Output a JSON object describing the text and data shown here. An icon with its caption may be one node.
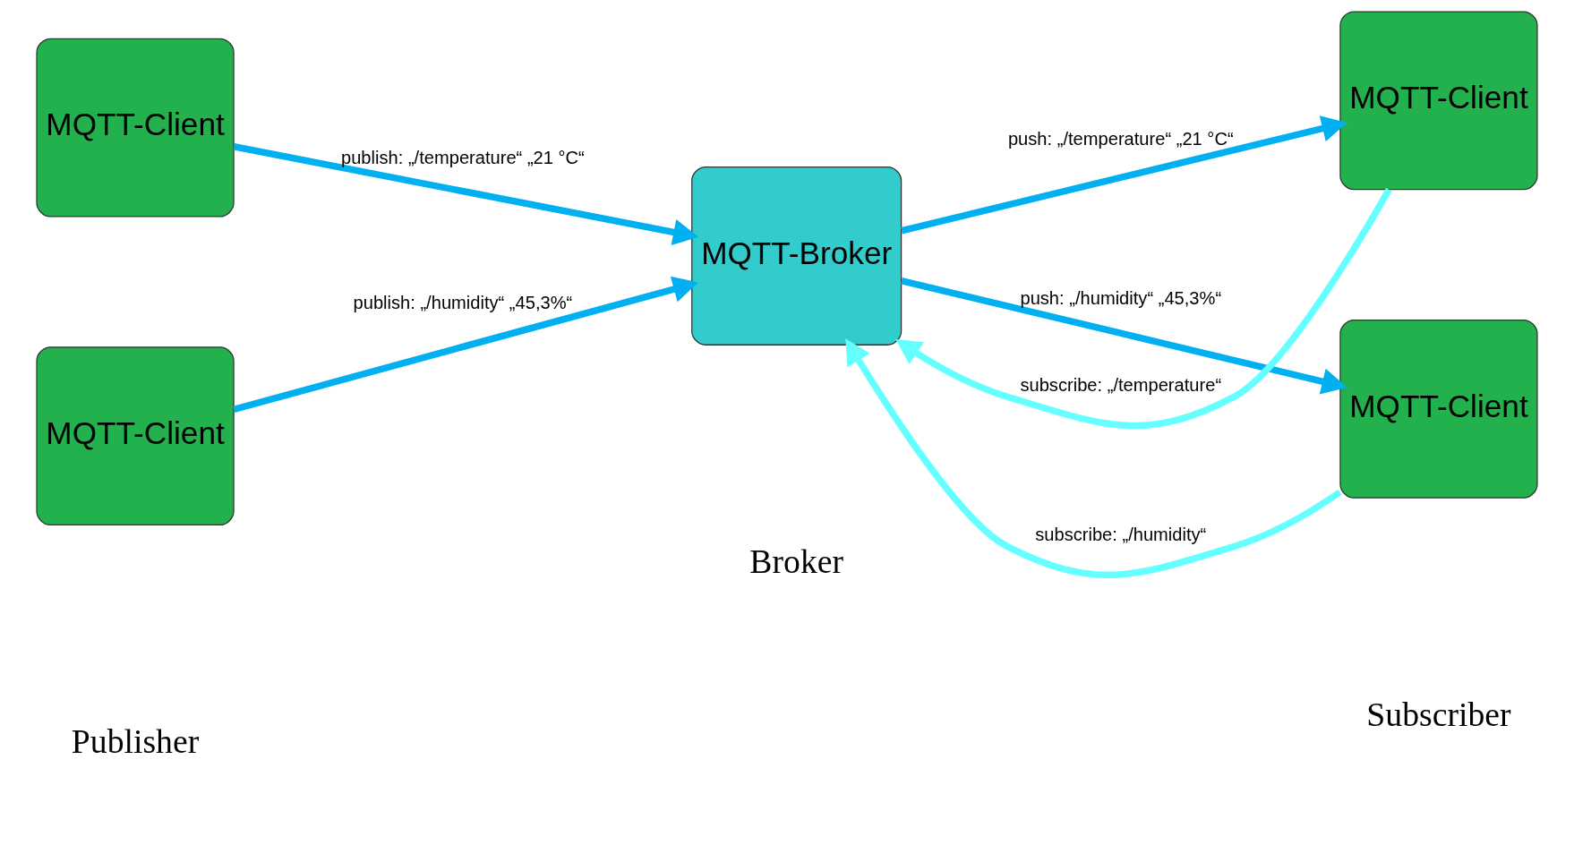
{
  "diagram": {
    "nodes": [
      {
        "text": [
          "MQTT-Client"
        ]
      },
      {
        "text": [
          "MQTT-Client"
        ]
      },
      {
        "text": [
          "MQTT-Broker"
        ]
      },
      {
        "text": [
          "MQTT-Client"
        ]
      },
      {
        "text": [
          "MQTT-Client"
        ]
      }
    ],
    "edges": [
      {
        "from": 0,
        "to": 2,
        "arrow": "to",
        "label": "publish: „/temperature“ „21 °C“"
      },
      {
        "from": 1,
        "to": 2,
        "arrow": "to",
        "label": "publish: „/humidity“ „45,3%“"
      },
      {
        "from": 3,
        "to": 2,
        "arrow": "to",
        "label": "subscribe: „/temperature“",
        "color": "#66ffff"
      },
      {
        "from": 2,
        "to": 3,
        "arrow": "to",
        "label": "push: „/temperature“ „21 °C“"
      },
      {
        "from": 4,
        "to": 2,
        "arrow": "to",
        "label": "subscribe: „/humidity“",
        "color": "#66ffff"
      },
      {
        "from": 2,
        "to": 4,
        "arrow": "to",
        "label": "push: „/humidity“ „45,3%“"
      }
    ],
    "labels": [
      "Publisher",
      "Broker",
      "Subscriber"
    ]
  }
}
